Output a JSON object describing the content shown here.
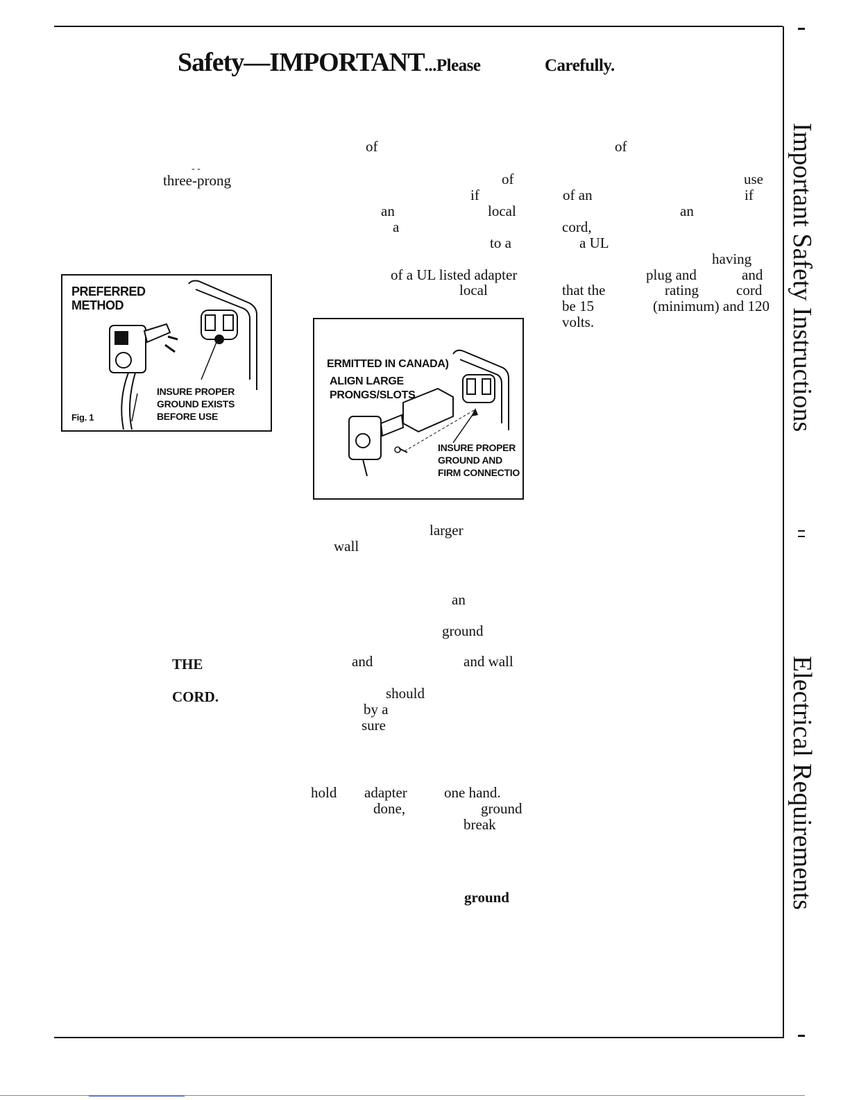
{
  "header": {
    "title_main": "Safety—IMPORTANT",
    "title_please": "...Please",
    "title_carefully": "Carefully."
  },
  "sidebar": {
    "section1": "Important Safety Instructions",
    "section2": "Electrical Requirements"
  },
  "column1": {
    "three_prong": "three-prong",
    "the": "THE",
    "cord": "CORD."
  },
  "figure1": {
    "label_preferred": "PREFERRED\nMETHOD",
    "label_insure": "INSURE PROPER\nGROUND EXISTS\nBEFORE USE",
    "caption": "Fig. 1"
  },
  "figure2": {
    "label_canada": "ERMITTED IN CANADA)",
    "label_align": "ALIGN LARGE\nPRONGS/SLOTS",
    "label_insure": "INSURE PROPER\nGROUND AND\nFIRM CONNECTIO"
  },
  "column2": {
    "f1": "of",
    "f2": "of",
    "f3": "if",
    "f4": "an",
    "f5": "local",
    "f6": "a",
    "f7": "to a",
    "f8": "of a UL listed adapter",
    "f9": "local",
    "f10": "larger",
    "f11": "wall",
    "f12": "an",
    "f13": "ground",
    "f14": "and",
    "f15": "and wall",
    "f16": "should",
    "f17": "by a",
    "f18": "sure",
    "f19": "hold",
    "f20": "adapter",
    "f21": "one hand.",
    "f22": "done,",
    "f23": "ground",
    "f24": "break",
    "f25": "ground"
  },
  "column3": {
    "f1": "of",
    "f2": "use",
    "f3": "of an",
    "f4": "if",
    "f5": "an",
    "f6": "cord,",
    "f7": "a UL",
    "f8": "having",
    "f9": "plug and",
    "f10": "and",
    "f11": "that the",
    "f12": "rating",
    "f13": "cord",
    "f14": "be 15",
    "f15": "(minimum) and 120",
    "f16": "volts."
  }
}
